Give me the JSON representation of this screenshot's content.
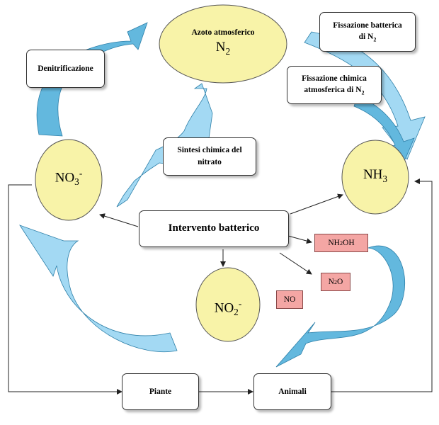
{
  "colors": {
    "ellipse_fill": "#f8f3a8",
    "ellipse_stroke": "#555555",
    "arrow_light": "#a3d9f3",
    "arrow_dark": "#63b8de",
    "chip_fill": "#f4a6a4"
  },
  "nodes": {
    "n2": {
      "title": "Azoto atmosferico",
      "formula": "N",
      "sub": "2"
    },
    "nh3": {
      "formula": "NH",
      "sub": "3"
    },
    "no3": {
      "formula": "NO",
      "sub": "3",
      "sup": "-"
    },
    "no2": {
      "formula": "NO",
      "sub": "2",
      "sup": "-"
    }
  },
  "boxes": {
    "denitrificazione": "Denitrificazione",
    "fissazione_batterica": {
      "line1": "Fissazione batterica",
      "line2": "di N",
      "sub": "2"
    },
    "fissazione_chimica": {
      "line1": "Fissazione chimica",
      "line2": "atmosferica di N",
      "sub": "2"
    },
    "sintesi": {
      "line1": "Sintesi chimica del",
      "line2": "nitrato"
    },
    "intervento": "Intervento batterico",
    "piante": "Piante",
    "animali": "Animali"
  },
  "chips": {
    "nh2oh": {
      "a": "NH",
      "sub": "2",
      "b": "OH"
    },
    "n2o": {
      "a": "N",
      "sub": "2",
      "b": "O"
    },
    "no": "NO"
  }
}
